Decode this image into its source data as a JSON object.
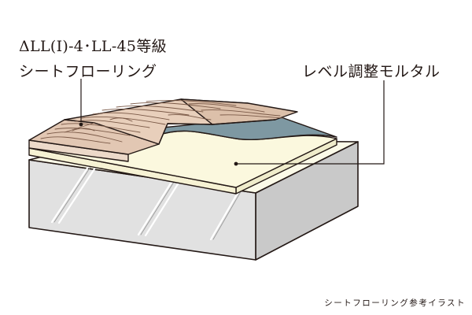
{
  "labels": {
    "flooring_grade": "ΔLL(Ⅰ)-4･LL-45等級",
    "flooring_name": "シートフローリング",
    "leveling_mortar": "レベル調整モルタル"
  },
  "caption": "シートフローリング参考イラスト",
  "colors": {
    "outline": "#231815",
    "wood": "#e2c7b3",
    "wood_grain": "#7b5a48",
    "membrane": "#7e98a2",
    "mortar": "#fbf8de",
    "slab_top": "#fbfae8",
    "slab_front": "#e1e1e1",
    "slab_side": "#c9c9c9"
  }
}
